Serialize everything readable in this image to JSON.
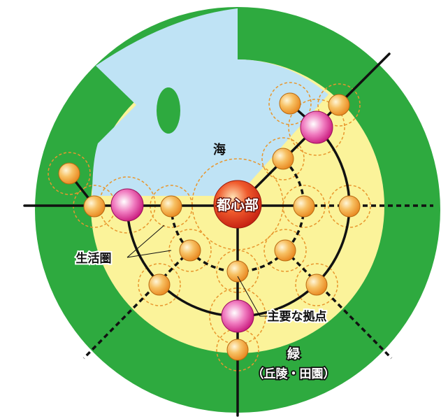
{
  "labels": {
    "center": "都心部",
    "sea": "海",
    "living_area": "生活圏",
    "key_hub": "主要な拠点",
    "green": "緑",
    "green_detail": "（丘陵・田園）"
  },
  "colors": {
    "green": "#2eaa3f",
    "sea": "#bfe3f5",
    "urban": "#fbf39a",
    "small_node": "#f0a236",
    "hub_node": "#e23d96",
    "center_node": "#e0321b",
    "circle_outline": "#e8962d",
    "line": "#111111"
  }
}
